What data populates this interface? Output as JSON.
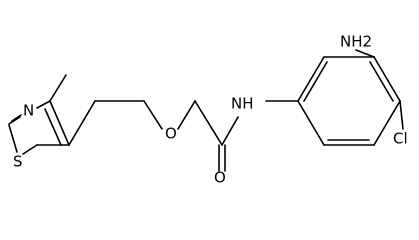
{
  "molecule": {
    "atoms": {
      "sulfur": "S",
      "thiazole_nitrogen": "N",
      "ether_oxygen": "O",
      "amide_nitrogen": "NH",
      "carbonyl_oxygen": "O",
      "amino_group": "NH2",
      "chlorine": "Cl"
    }
  }
}
